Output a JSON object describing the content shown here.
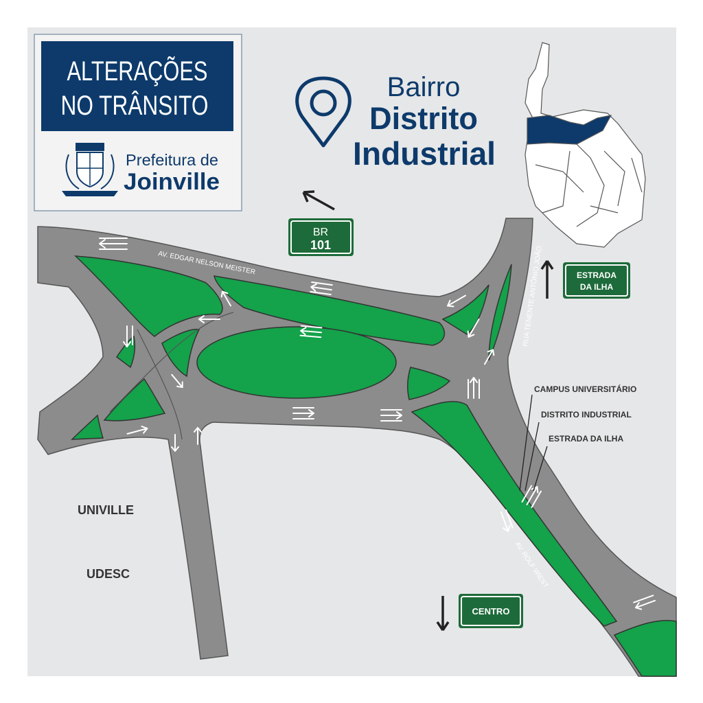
{
  "header": {
    "title_line1": "ALTERAÇÕES",
    "title_line2": "NO TRÂNSITO",
    "org_line1": "Prefeitura de",
    "org_line2": "Joinville"
  },
  "district": {
    "line1": "Bairro",
    "line2": "Distrito",
    "line3": "Industrial",
    "highlight_color": "#0d3a6b"
  },
  "streets": {
    "edgar": "AV. EDGAR NELSON MEISTER",
    "tenente": "RUA TENENTE ANTÔNIO JOÃO",
    "rolf": "AV. ROLF WIEST"
  },
  "signs": {
    "br_line1": "BR",
    "br_line2": "101",
    "estrada_line1": "ESTRADA",
    "estrada_line2": "DA ILHA",
    "centro": "CENTRO"
  },
  "lane_labels": [
    "CAMPUS UNIVERSITÁRIO",
    "DISTRITO INDUSTRIAL",
    "ESTRADA DA ILHA"
  ],
  "places": [
    "UNIVILLE",
    "UDESC"
  ],
  "colors": {
    "navy": "#0d3a6b",
    "road": "#8c8c8c",
    "green": "#14a24a",
    "sign_green": "#1d6b3a",
    "background": "#e6e7e8"
  }
}
